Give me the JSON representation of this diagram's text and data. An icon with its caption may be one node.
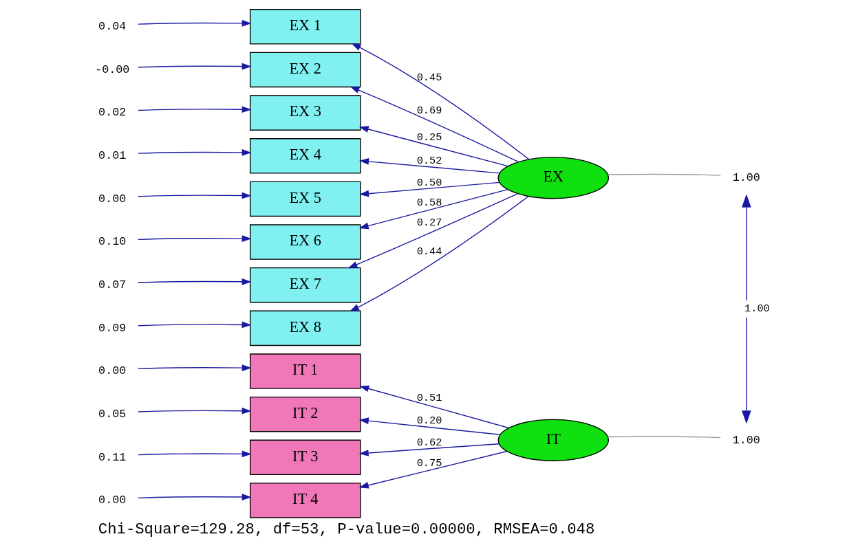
{
  "diagram": {
    "caption": "Chi-Square=129.28, df=53, P-value=0.00000, RMSEA=0.048",
    "nodes": [
      {
        "text": [
          "EX 1"
        ]
      },
      {
        "text": [
          "EX 2"
        ]
      },
      {
        "text": [
          "EX 3"
        ]
      },
      {
        "text": [
          "EX 4"
        ]
      },
      {
        "text": [
          "EX 5"
        ]
      },
      {
        "text": [
          "EX 6"
        ]
      },
      {
        "text": [
          "EX 7"
        ]
      },
      {
        "text": [
          "EX 8"
        ]
      },
      {
        "text": [
          "IT 1"
        ]
      },
      {
        "text": [
          "IT 2"
        ]
      },
      {
        "text": [
          "IT 3"
        ]
      },
      {
        "text": [
          "IT 4"
        ]
      },
      {
        "text": [
          "EX"
        ]
      },
      {
        "text": [
          "IT"
        ]
      },
      {
        "text": [
          "0.04"
        ]
      },
      {
        "text": [
          "-0.00"
        ]
      },
      {
        "text": [
          "0.02"
        ]
      },
      {
        "text": [
          "0.01"
        ]
      },
      {
        "text": [
          "0.00"
        ]
      },
      {
        "text": [
          "0.10"
        ]
      },
      {
        "text": [
          "0.07"
        ]
      },
      {
        "text": [
          "0.09"
        ]
      },
      {
        "text": [
          "0.00"
        ]
      },
      {
        "text": [
          "0.05"
        ]
      },
      {
        "text": [
          "0.11"
        ]
      },
      {
        "text": [
          "0.00"
        ]
      },
      {
        "text": [
          "1.00"
        ]
      },
      {
        "text": [
          "1.00"
        ]
      }
    ],
    "edges": [
      {
        "from": 12,
        "to": 0,
        "arrow": "to",
        "label": "0.45"
      },
      {
        "from": 12,
        "to": 1,
        "arrow": "to",
        "label": "0.69"
      },
      {
        "from": 12,
        "to": 2,
        "arrow": "to",
        "label": "0.25"
      },
      {
        "from": 12,
        "to": 3,
        "arrow": "to",
        "label": "0.52"
      },
      {
        "from": 12,
        "to": 4,
        "arrow": "to",
        "label": "0.50"
      },
      {
        "from": 12,
        "to": 5,
        "arrow": "to",
        "label": "0.58"
      },
      {
        "from": 12,
        "to": 6,
        "arrow": "to",
        "label": "0.27"
      },
      {
        "from": 12,
        "to": 7,
        "arrow": "to",
        "label": "0.44"
      },
      {
        "from": 13,
        "to": 8,
        "arrow": "to",
        "label": "0.51"
      },
      {
        "from": 13,
        "to": 9,
        "arrow": "to",
        "label": "0.20"
      },
      {
        "from": 13,
        "to": 10,
        "arrow": "to",
        "label": "0.62"
      },
      {
        "from": 13,
        "to": 11,
        "arrow": "to",
        "label": "0.75"
      },
      {
        "from": 14,
        "to": 0,
        "arrow": "to"
      },
      {
        "from": 15,
        "to": 1,
        "arrow": "to"
      },
      {
        "from": 16,
        "to": 2,
        "arrow": "to"
      },
      {
        "from": 17,
        "to": 3,
        "arrow": "to"
      },
      {
        "from": 18,
        "to": 4,
        "arrow": "to"
      },
      {
        "from": 19,
        "to": 5,
        "arrow": "to"
      },
      {
        "from": 20,
        "to": 6,
        "arrow": "to"
      },
      {
        "from": 21,
        "to": 7,
        "arrow": "to"
      },
      {
        "from": 22,
        "to": 8,
        "arrow": "to"
      },
      {
        "from": 23,
        "to": 9,
        "arrow": "to"
      },
      {
        "from": 24,
        "to": 10,
        "arrow": "to"
      },
      {
        "from": 25,
        "to": 11,
        "arrow": "to"
      },
      {
        "from": 12,
        "to": 26,
        "arrow": "none",
        "color": "#999999"
      },
      {
        "from": 13,
        "to": 27,
        "arrow": "none",
        "color": "#999999"
      },
      {
        "from": 26,
        "to": 27,
        "arrow": "both",
        "label": "1.00"
      }
    ]
  }
}
